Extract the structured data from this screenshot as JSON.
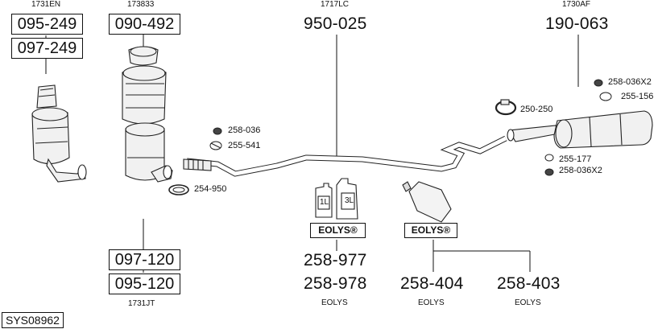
{
  "diagram": {
    "diagram_code": "SYS08962",
    "groups": [
      {
        "code": "1731EN",
        "part_numbers": [
          "095-249",
          "097-249"
        ]
      },
      {
        "code": "173833",
        "part_numbers": [
          "090-492"
        ]
      },
      {
        "code": "1717LC",
        "part_numbers": [
          "950-025"
        ]
      },
      {
        "code": "1730AF",
        "part_numbers": [
          "190-063"
        ]
      },
      {
        "code": "1731JT",
        "part_numbers": [
          "097-120",
          "095-120"
        ]
      }
    ],
    "fittings": [
      "258-036",
      "255-541",
      "254-950",
      "250-250",
      "258-036X2",
      "255-156",
      "255-177",
      "258-036X2"
    ],
    "eolys": {
      "badge": "EOLYS®",
      "bottle_labels": [
        "1L",
        "3L"
      ],
      "parts": [
        {
          "number": "258-977",
          "caption": ""
        },
        {
          "number": "258-978",
          "caption": "EOLYS"
        },
        {
          "number": "258-404",
          "caption": "EOLYS"
        },
        {
          "number": "258-403",
          "caption": "EOLYS"
        }
      ]
    }
  }
}
